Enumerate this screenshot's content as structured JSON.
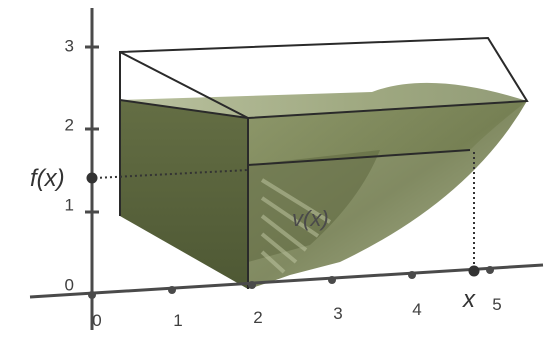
{
  "labels": {
    "f_x": "f(x)",
    "v_x": "v(x)",
    "x_var": "x"
  },
  "axis_ticks": {
    "x": [
      "0",
      "1",
      "2",
      "3",
      "4",
      "5"
    ],
    "y": [
      "0",
      "1",
      "2",
      "3"
    ]
  },
  "colors": {
    "axis": "#4a4a4a",
    "box_edge": "#2a2a2a",
    "fill_dark": "#56603e",
    "fill_mid": "#7c8658",
    "fill_light": "#a7b08a",
    "background": "#ffffff"
  }
}
